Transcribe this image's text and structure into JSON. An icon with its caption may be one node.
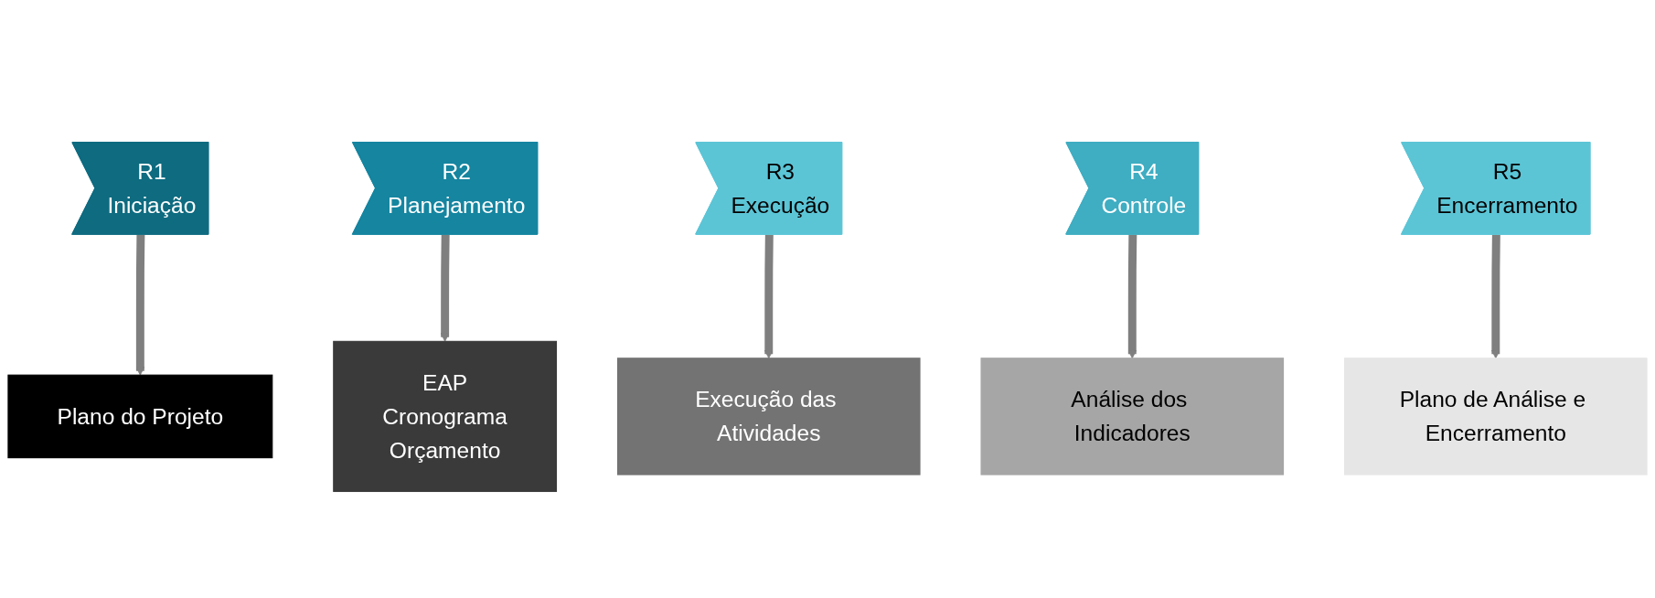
{
  "diagram": {
    "nodes": [
      {
        "text": [
          "R1",
          "Iniciação"
        ]
      },
      {
        "text": [
          "R2",
          "Planejamento"
        ]
      },
      {
        "text": [
          "R3",
          "Execução"
        ]
      },
      {
        "text": [
          "R4",
          "Controle"
        ]
      },
      {
        "text": [
          "R5",
          "Encerramento"
        ]
      },
      {
        "text": [
          "Plano do Projeto"
        ]
      },
      {
        "text": [
          "EAP",
          "Cronograma",
          "Orçamento"
        ]
      },
      {
        "text": [
          "Execução das Atividades"
        ]
      },
      {
        "text": [
          "Análise dos Indicadores"
        ]
      },
      {
        "text": [
          "Plano de Análise e Encerramento"
        ]
      }
    ],
    "edges": [
      {
        "from": 0,
        "to": 5,
        "arrow": "to"
      },
      {
        "from": 1,
        "to": 6,
        "arrow": "to"
      },
      {
        "from": 2,
        "to": 7,
        "arrow": "to"
      },
      {
        "from": 3,
        "to": 8,
        "arrow": "to"
      },
      {
        "from": 4,
        "to": 9,
        "arrow": "to"
      }
    ]
  }
}
